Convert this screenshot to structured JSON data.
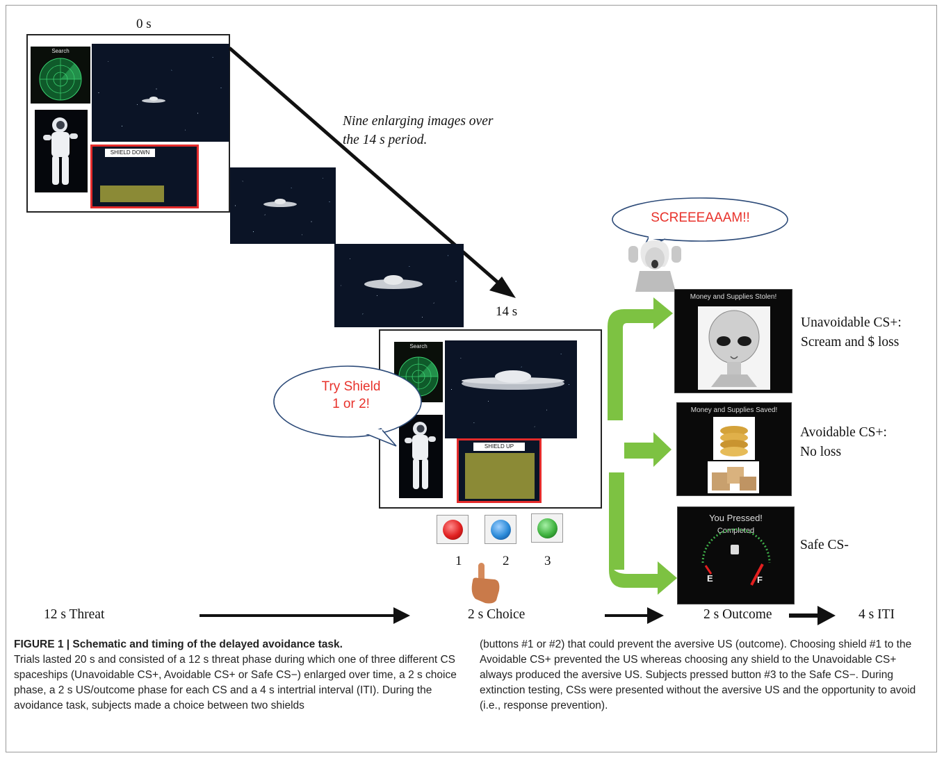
{
  "labels": {
    "t0": "0 s",
    "t14": "14 s",
    "enlarge_note": "Nine enlarging images over the 14 s period.",
    "radar_search": "Search",
    "shield_down": "SHIELD DOWN",
    "shield_up": "SHIELD UP",
    "try_shield": "Try Shield 1 or 2!",
    "scream": "SCREEEAAAM!!",
    "btn1": "1",
    "btn2": "2",
    "btn3": "3"
  },
  "outcomes": [
    {
      "screen_title": "Money and Supplies Stolen!",
      "label_line1": "Unavoidable CS+:",
      "label_line2": "Scream and $ loss"
    },
    {
      "screen_title": "Money and Supplies Saved!",
      "label_line1": "Avoidable CS+:",
      "label_line2": "No loss"
    },
    {
      "screen_title": "You Pressed!",
      "screen_subtitle": "Completed",
      "gauge_e": "E",
      "gauge_f": "F",
      "label_line1": "Safe CS-"
    }
  ],
  "timeline": {
    "threat": "12 s Threat",
    "choice": "2 s Choice",
    "outcome": "2 s Outcome",
    "iti": "4 s ITI"
  },
  "caption": {
    "heading": "FIGURE 1 | Schematic and timing of the delayed avoidance task.",
    "left_text": "Trials lasted 20 s and consisted of a 12 s threat phase during which one of three different CS spaceships (Unavoidable CS+, Avoidable CS+ or Safe CS−) enlarged over time, a 2 s choice phase, a 2 s US/outcome phase for each CS and a 4 s intertrial interval (ITI). During the avoidance task, subjects made a choice between two shields",
    "right_text": "(buttons #1 or #2) that could prevent the aversive US (outcome). Choosing shield #1 to the Avoidable CS+ prevented the US whereas choosing any shield to the Unavoidable CS+ always produced the aversive US. Subjects pressed button #3 to the Safe CS−. During extinction testing, CSs were presented without the aversive US and the opportunity to avoid (i.e., response prevention)."
  },
  "colors": {
    "arrow_green": "#7dc242",
    "shield_red": "#e42b2b",
    "speech_red": "#e8322b",
    "button_red": "#e02020",
    "button_blue": "#2b8ad8",
    "button_green": "#3fb23f"
  }
}
